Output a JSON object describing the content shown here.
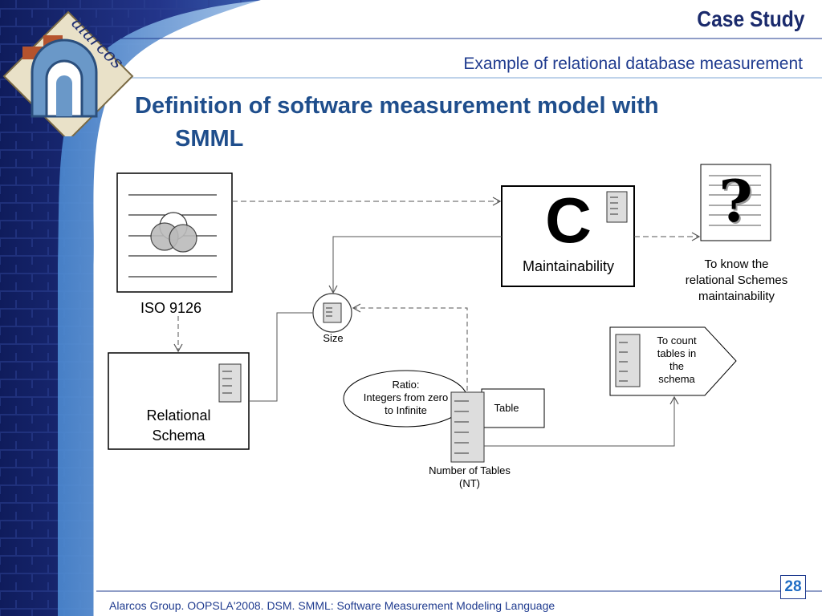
{
  "header": {
    "title": "Case Study",
    "subtitle": "Example of relational database measurement"
  },
  "logo": {
    "text": "alarcos"
  },
  "main_title": {
    "line1": "Definition of software measurement model with",
    "line2": "SMML"
  },
  "diagram": {
    "iso_label": "ISO 9126",
    "c_letter": "C",
    "c_label": "Maintainability",
    "question_mark": "?",
    "goal_text": [
      "To know the",
      "relational Schemes",
      "maintainability"
    ],
    "size_label": "Size",
    "schema_label": [
      "Relational",
      "Schema"
    ],
    "ratio_text": [
      "Ratio:",
      "Integers from zero",
      "to Infinite"
    ],
    "table_label": "Table",
    "nt_label": [
      "Number of Tables",
      "(NT)"
    ],
    "count_text": [
      "To count",
      "tables in",
      "the",
      "schema"
    ]
  },
  "footer": {
    "text": "Alarcos Group. OOPSLA'2008. DSM. SMML: Software Measurement Modeling Language",
    "page_number": "28"
  },
  "colors": {
    "title": "#1f4e8c",
    "header_title": "#1a2a6c",
    "sidebar_dark": "#1d2d70",
    "sidebar_light": "#5a9ad8",
    "accent_line": "#1f3b8f"
  }
}
